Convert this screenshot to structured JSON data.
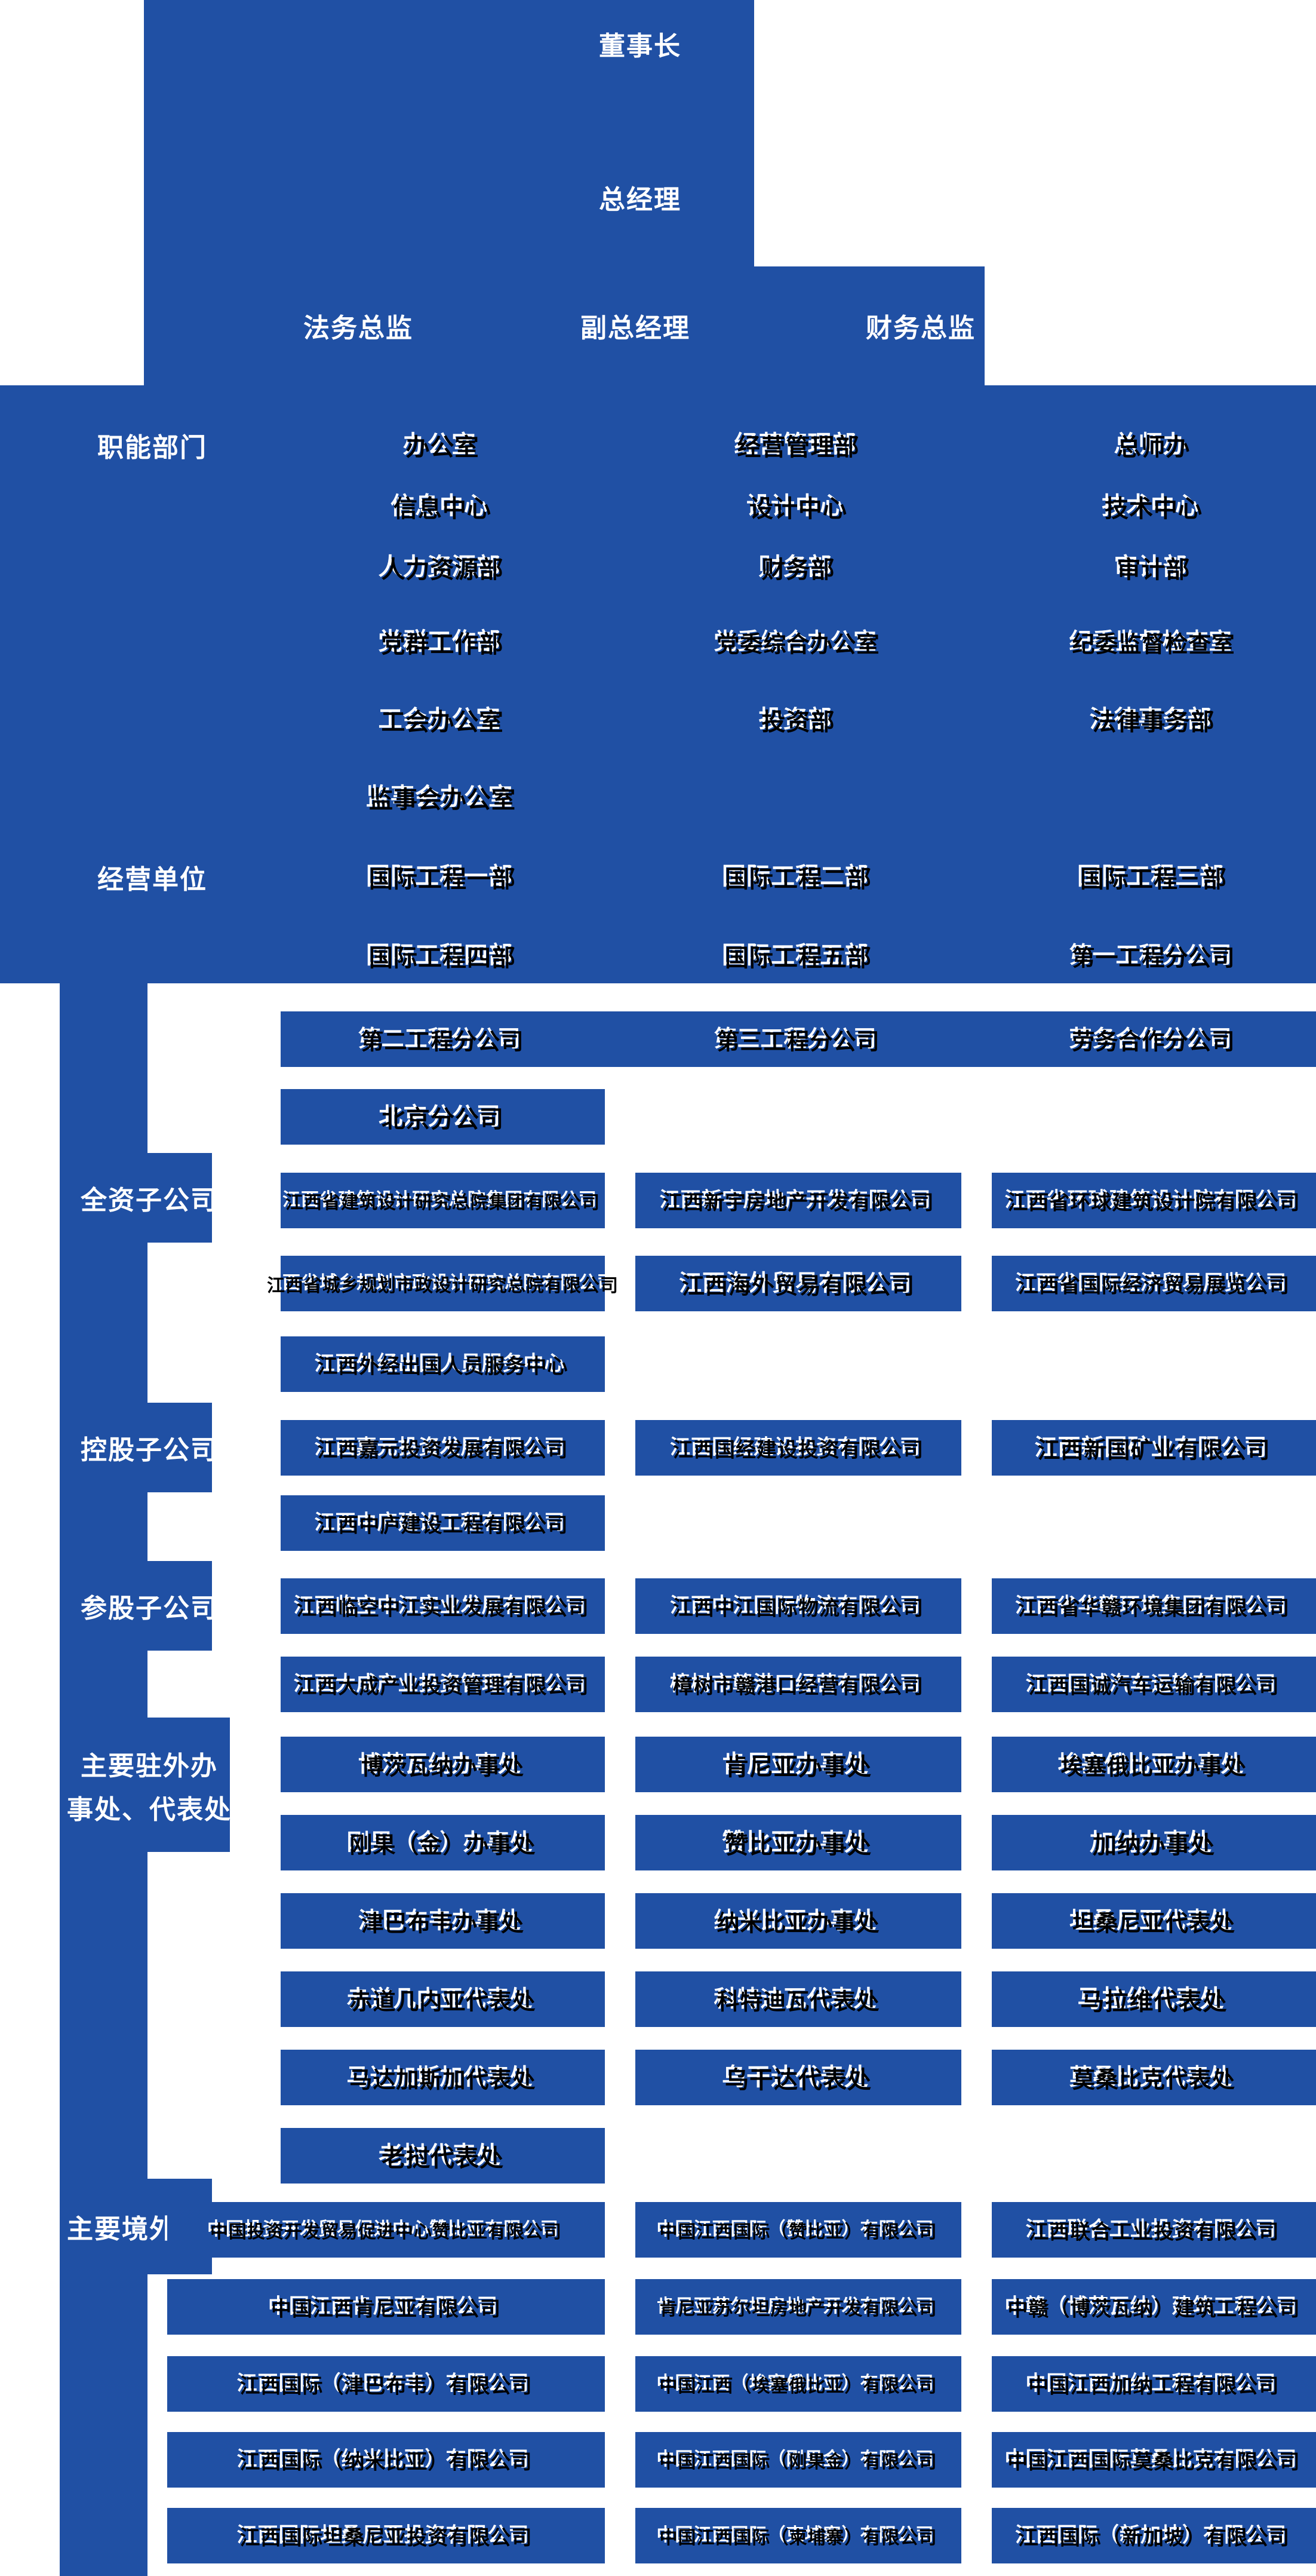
{
  "colors": {
    "accent": "#2050a4",
    "label_text": "#ffffff",
    "node_text": "#000000",
    "node_text_highlight": "#ffffff",
    "background": "#ffffff"
  },
  "top": {
    "chairman": "董事长",
    "general_manager": "总经理",
    "legal_director": "法务总监",
    "deputy_general_manager": "副总经理",
    "finance_director": "财务总监"
  },
  "section_labels": {
    "functional_departments": "职能部门",
    "business_units": "经营单位",
    "wholly_owned_subsidiaries": "全资子公司",
    "holding_subsidiaries": "控股子公司",
    "minority_stake_subsidiaries": "参股子公司",
    "overseas_offices_line1": "主要驻外办",
    "overseas_offices_line2": "事处、代表处",
    "overseas_enterprises": "主要境外企业"
  },
  "dept_rows": [
    [
      "办公室",
      "经营管理部",
      "总师办"
    ],
    [
      "信息中心",
      "设计中心",
      "技术中心"
    ],
    [
      "人力资源部",
      "财务部",
      "审计部"
    ],
    [
      "党群工作部",
      "党委综合办公室",
      "纪委监督检查室"
    ],
    [
      "工会办公室",
      "投资部",
      "法律事务部"
    ],
    [
      "监事会办公室",
      null,
      null
    ],
    [
      "国际工程一部",
      "国际工程二部",
      "国际工程三部"
    ],
    [
      "国际工程四部",
      "国际工程五部",
      "第一工程分公司"
    ]
  ],
  "band_row": [
    "第二工程分公司",
    "第三工程分公司",
    "劳务合作分公司"
  ],
  "box_rows": [
    [
      "北京分公司",
      null,
      null
    ],
    [
      "江西省建筑设计研究总院集团有限公司",
      "江西新宇房地产开发有限公司",
      "江西省环球建筑设计院有限公司"
    ],
    [
      "江西省城乡规划市政设计研究总院有限公司",
      "江西海外贸易有限公司",
      "江西省国际经济贸易展览公司"
    ],
    [
      "江西外经出国人员服务中心",
      null,
      null
    ],
    [
      "江西嘉元投资发展有限公司",
      "江西国经建设投资有限公司",
      "江西新国矿业有限公司"
    ],
    [
      "江西中庐建设工程有限公司",
      null,
      null
    ],
    [
      "江西临空中江实业发展有限公司",
      "江西中江国际物流有限公司",
      "江西省华赣环境集团有限公司"
    ],
    [
      "江西大成产业投资管理有限公司",
      "樟树市赣港口经营有限公司",
      "江西国诚汽车运输有限公司"
    ],
    [
      "博茨瓦纳办事处",
      "肯尼亚办事处",
      "埃塞俄比亚办事处"
    ],
    [
      "刚果（金）办事处",
      "赞比亚办事处",
      "加纳办事处"
    ],
    [
      "津巴布韦办事处",
      "纳米比亚办事处",
      "坦桑尼亚代表处"
    ],
    [
      "赤道几内亚代表处",
      "科特迪瓦代表处",
      "马拉维代表处"
    ],
    [
      "马达加斯加代表处",
      "乌干达代表处",
      "莫桑比克代表处"
    ],
    [
      "老挝代表处",
      null,
      null
    ],
    [
      "中国投资开发贸易促进中心赞比亚有限公司",
      "中国江西国际（赞比亚）有限公司",
      "江西联合工业投资有限公司"
    ],
    [
      "中国江西肯尼亚有限公司",
      "肯尼亚苏尔坦房地产开发有限公司",
      "中赣（博茨瓦纳）建筑工程公司"
    ],
    [
      "江西国际（津巴布韦）有限公司",
      "中国江西（埃塞俄比亚）有限公司",
      "中国江西加纳工程有限公司"
    ],
    [
      "江西国际（纳米比亚）有限公司",
      "中国江西国际（刚果金）有限公司",
      "中国江西国际莫桑比克有限公司"
    ],
    [
      "江西国际坦桑尼亚投资有限公司",
      "中国江西国际（柬埔寨）有限公司",
      "江西国际（新加坡）有限公司"
    ]
  ]
}
